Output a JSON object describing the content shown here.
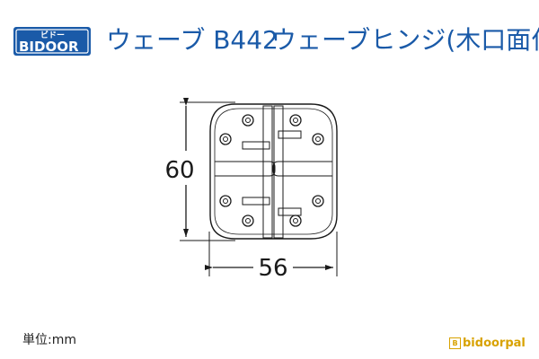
{
  "header": {
    "logo_text": "BIDOOR",
    "logo_kana": "ビドー",
    "product_name": "ウェーブ B442",
    "product_desc": "ウェーブヒンジ(木口面付)"
  },
  "drawing": {
    "dim_height": "60",
    "dim_width": "56"
  },
  "footer": {
    "unit_note": "単位:mm",
    "brand_text": "bidoorpal"
  },
  "colors": {
    "brand_blue": "#1a5aa8",
    "brand_gold": "#d8a200",
    "line": "#1a1a1a"
  }
}
